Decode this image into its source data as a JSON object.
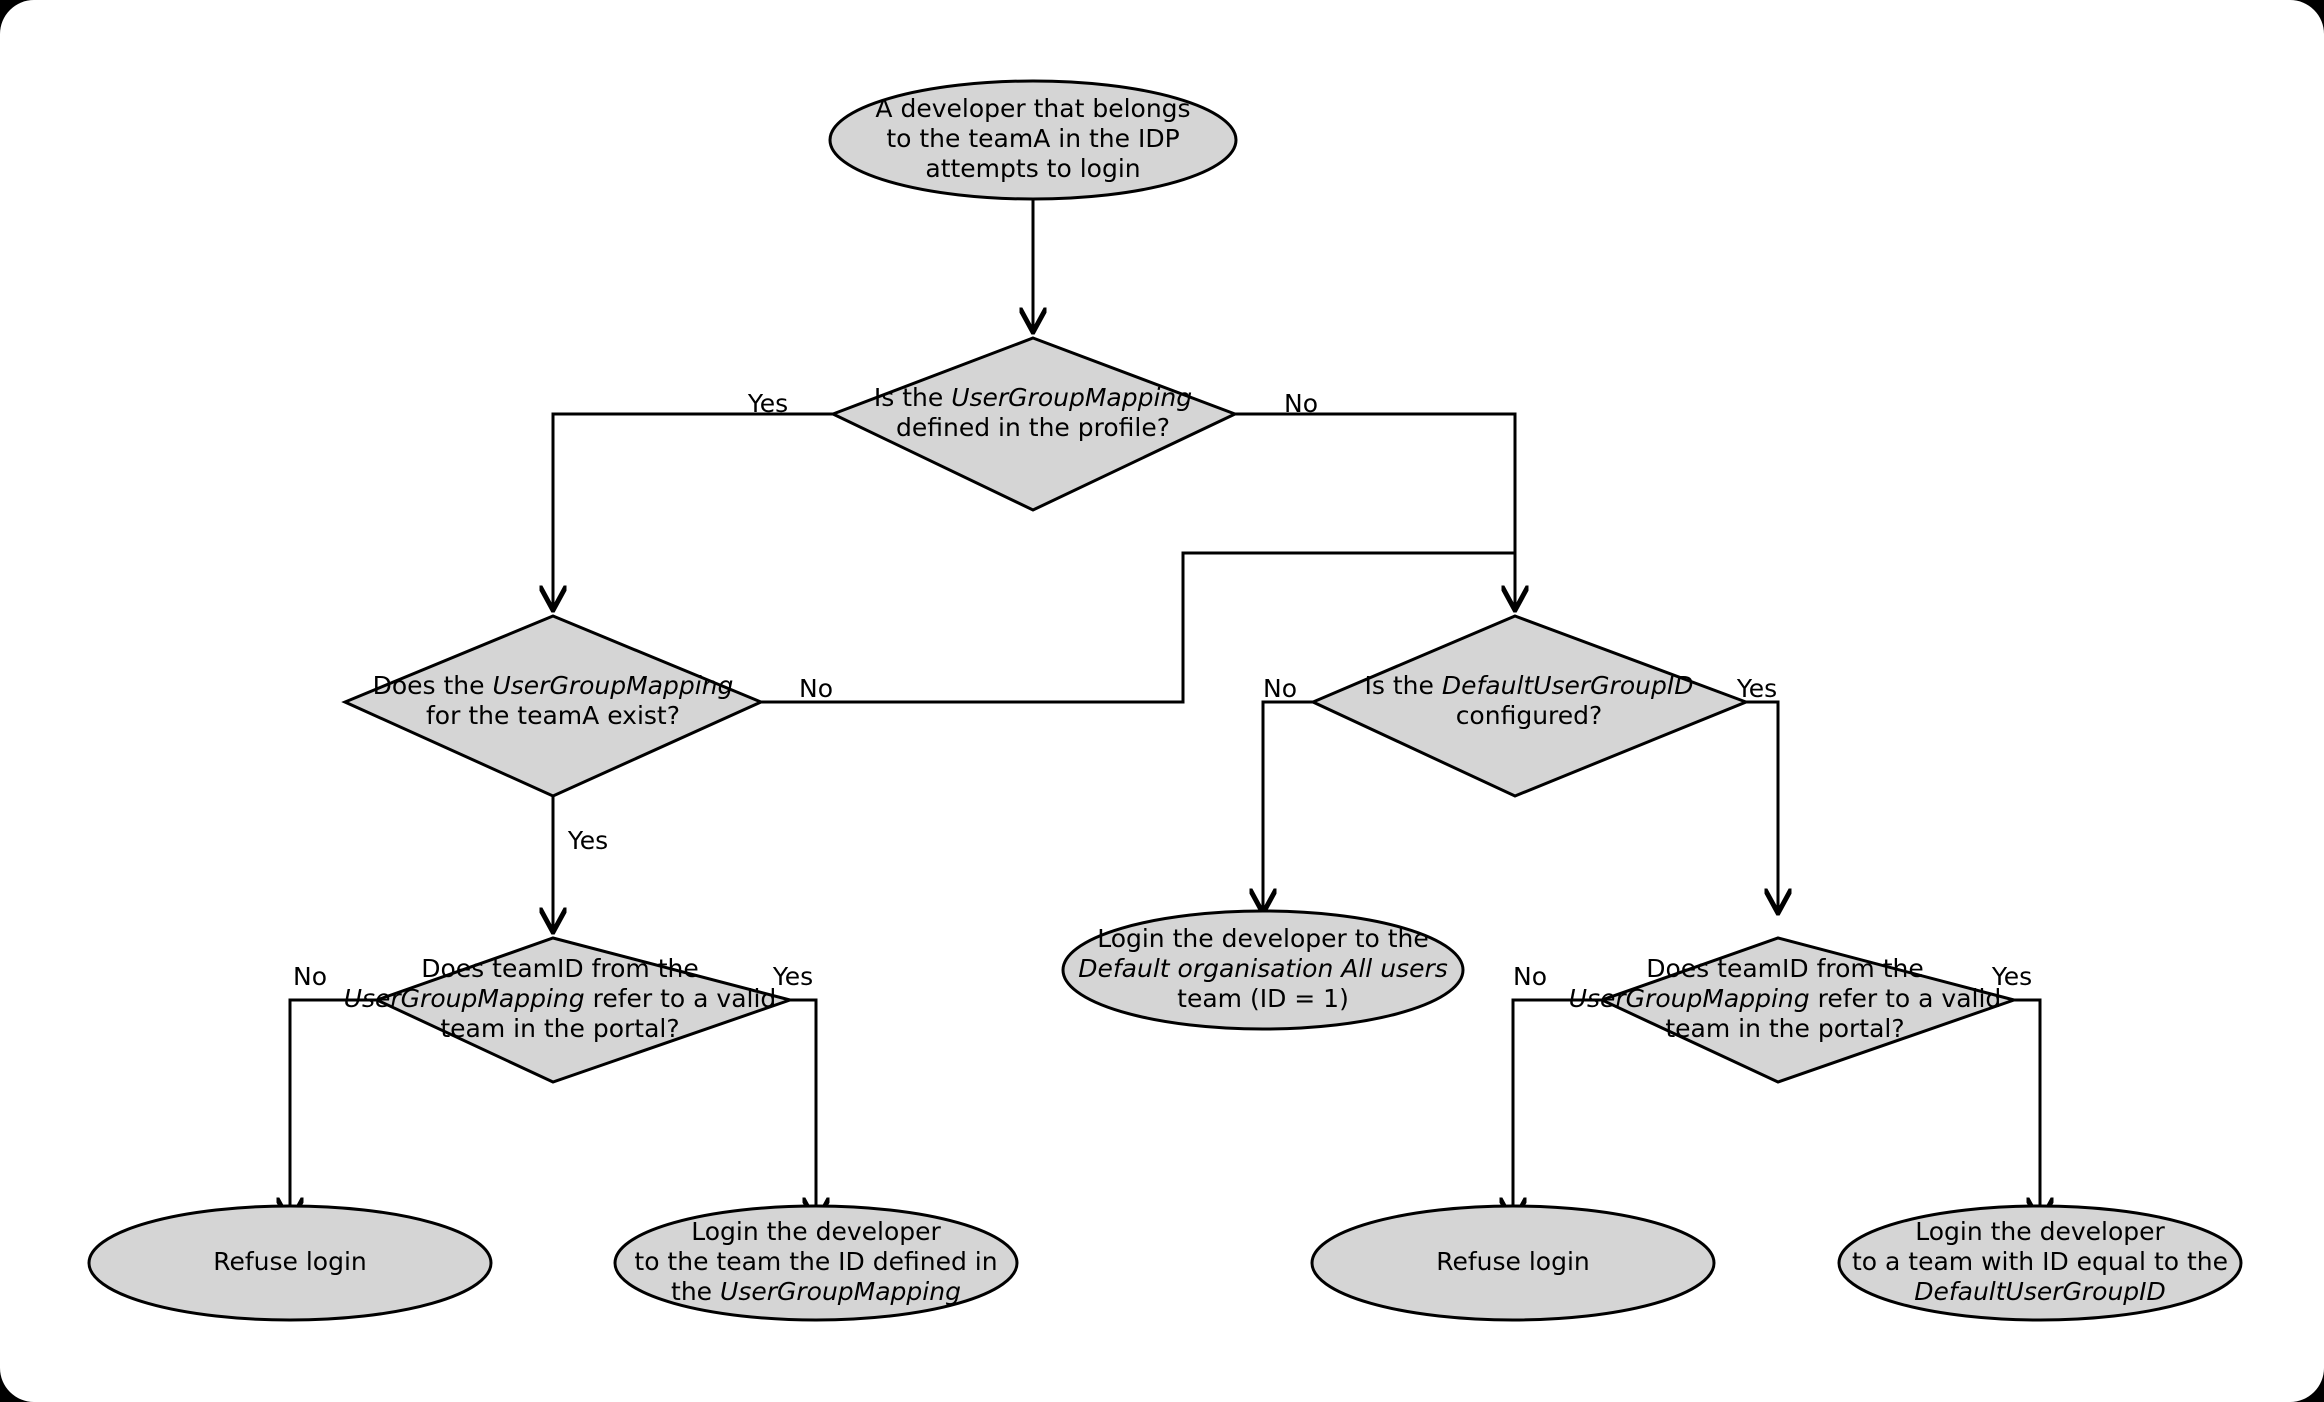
{
  "diagram": {
    "title": "IDP team mapping login decision flow",
    "colors": {
      "node_fill": "#d5d5d5",
      "node_stroke": "#000000",
      "edge_stroke": "#000000",
      "canvas_background": "#ffffff",
      "page_background": "#000000"
    },
    "nodes": [
      {
        "id": "start",
        "kind": "terminator",
        "lines": [
          [
            {
              "t": "A developer that belongs",
              "i": false
            }
          ],
          [
            {
              "t": "to the teamA in the IDP",
              "i": false
            }
          ],
          [
            {
              "t": "attempts to login",
              "i": false
            }
          ]
        ]
      },
      {
        "id": "d_mapping_defined",
        "kind": "decision",
        "lines": [
          [
            {
              "t": "Is the ",
              "i": false
            },
            {
              "t": "UserGroupMapping",
              "i": true
            }
          ],
          [
            {
              "t": "defined in the profile?",
              "i": false
            }
          ]
        ]
      },
      {
        "id": "d_mapping_teama",
        "kind": "decision",
        "lines": [
          [
            {
              "t": "Does the ",
              "i": false
            },
            {
              "t": "UserGroupMapping",
              "i": true
            }
          ],
          [
            {
              "t": "for the teamA exist?",
              "i": false
            }
          ]
        ]
      },
      {
        "id": "d_default_group",
        "kind": "decision",
        "lines": [
          [
            {
              "t": "Is the ",
              "i": false
            },
            {
              "t": "DefaultUserGroupID",
              "i": true
            }
          ],
          [
            {
              "t": "configured?",
              "i": false
            }
          ]
        ]
      },
      {
        "id": "d_teamid_valid_left",
        "kind": "decision",
        "lines": [
          [
            {
              "t": "Does teamID from the",
              "i": false
            }
          ],
          [
            {
              "t": "UserGroupMapping",
              "i": true
            },
            {
              "t": " refer to a valid",
              "i": false
            }
          ],
          [
            {
              "t": "team in the portal?",
              "i": false
            }
          ]
        ]
      },
      {
        "id": "d_teamid_valid_right",
        "kind": "decision",
        "lines": [
          [
            {
              "t": "Does teamID from the",
              "i": false
            }
          ],
          [
            {
              "t": "UserGroupMapping",
              "i": true
            },
            {
              "t": " refer to a valid",
              "i": false
            }
          ],
          [
            {
              "t": "team in the portal?",
              "i": false
            }
          ]
        ]
      },
      {
        "id": "t_default_org",
        "kind": "terminator",
        "lines": [
          [
            {
              "t": "Login the developer to the",
              "i": false
            }
          ],
          [
            {
              "t": "Default organisation All users",
              "i": true
            }
          ],
          [
            {
              "t": "team (ID = 1)",
              "i": false
            }
          ]
        ]
      },
      {
        "id": "t_refuse_left",
        "kind": "terminator",
        "lines": [
          [
            {
              "t": "Refuse login",
              "i": false
            }
          ]
        ]
      },
      {
        "id": "t_login_mapping",
        "kind": "terminator",
        "lines": [
          [
            {
              "t": "Login the developer",
              "i": false
            }
          ],
          [
            {
              "t": "to the team the ID defined in",
              "i": false
            }
          ],
          [
            {
              "t": "the ",
              "i": false
            },
            {
              "t": "UserGroupMapping",
              "i": true
            }
          ]
        ]
      },
      {
        "id": "t_refuse_right",
        "kind": "terminator",
        "lines": [
          [
            {
              "t": "Refuse login",
              "i": false
            }
          ]
        ]
      },
      {
        "id": "t_login_default",
        "kind": "terminator",
        "lines": [
          [
            {
              "t": "Login the developer",
              "i": false
            }
          ],
          [
            {
              "t": "to a team with ID equal to the",
              "i": false
            }
          ],
          [
            {
              "t": "DefaultUserGroupID",
              "i": true
            }
          ]
        ]
      }
    ],
    "edges": [
      {
        "id": "e_start_to_mapping",
        "from": "start",
        "to": "d_mapping_defined",
        "label": ""
      },
      {
        "id": "e_mapping_yes",
        "from": "d_mapping_defined",
        "to": "d_mapping_teama",
        "label": "Yes"
      },
      {
        "id": "e_mapping_no",
        "from": "d_mapping_defined",
        "to": "d_default_group",
        "label": "No"
      },
      {
        "id": "e_teama_no",
        "from": "d_mapping_teama",
        "to": "d_default_group",
        "label": "No"
      },
      {
        "id": "e_teama_yes",
        "from": "d_mapping_teama",
        "to": "d_teamid_valid_left",
        "label": "Yes"
      },
      {
        "id": "e_default_no",
        "from": "d_default_group",
        "to": "t_default_org",
        "label": "No"
      },
      {
        "id": "e_default_yes",
        "from": "d_default_group",
        "to": "d_teamid_valid_right",
        "label": "Yes"
      },
      {
        "id": "e_valid_left_no",
        "from": "d_teamid_valid_left",
        "to": "t_refuse_left",
        "label": "No"
      },
      {
        "id": "e_valid_left_yes",
        "from": "d_teamid_valid_left",
        "to": "t_login_mapping",
        "label": "Yes"
      },
      {
        "id": "e_valid_right_no",
        "from": "d_teamid_valid_right",
        "to": "t_refuse_right",
        "label": "No"
      },
      {
        "id": "e_valid_right_yes",
        "from": "d_teamid_valid_right",
        "to": "t_login_default",
        "label": "Yes"
      }
    ]
  }
}
